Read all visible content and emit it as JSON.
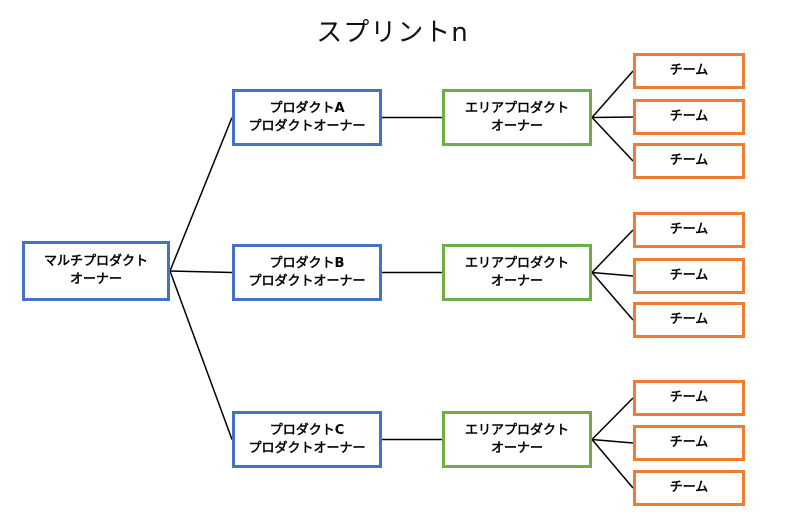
{
  "title": "スプリントn",
  "multi": {
    "line1": "マルチプロダクト",
    "line2": "オーナー"
  },
  "products": [
    {
      "product": {
        "line1": "プロダクトA",
        "line2": "プロダクトオーナー"
      },
      "area": {
        "line1": "エリアプロダクト",
        "line2": "オーナー"
      },
      "teams": [
        "チーム",
        "チーム",
        "チーム"
      ]
    },
    {
      "product": {
        "line1": "プロダクトB",
        "line2": "プロダクトオーナー"
      },
      "area": {
        "line1": "エリアプロダクト",
        "line2": "オーナー"
      },
      "teams": [
        "チーム",
        "チーム",
        "チーム"
      ]
    },
    {
      "product": {
        "line1": "プロダクトC",
        "line2": "プロダクトオーナー"
      },
      "area": {
        "line1": "エリアプロダクト",
        "line2": "オーナー"
      },
      "teams": [
        "チーム",
        "チーム",
        "チーム"
      ]
    }
  ],
  "colors": {
    "product": "#4472c4",
    "area": "#70ad47",
    "team": "#ed7d31",
    "line": "#000000"
  }
}
